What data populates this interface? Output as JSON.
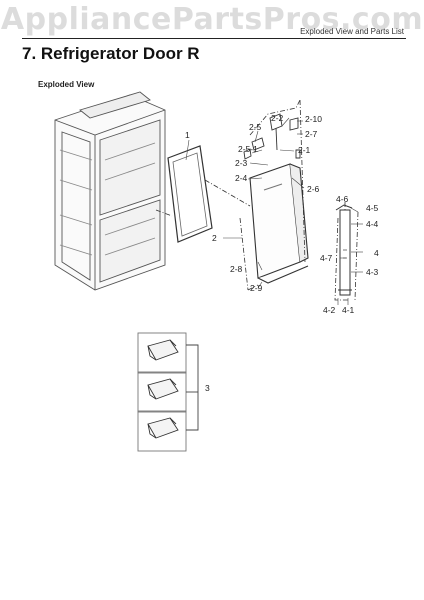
{
  "watermark": "AppliancePartsPros.com",
  "header": {
    "note": "Exploded View and Parts List",
    "section_title": "7.  Refrigerator Door R"
  },
  "diagram": {
    "view_label": "Exploded View",
    "callouts": {
      "c1": "1",
      "c2": "2",
      "c2_1": "2-1",
      "c2_2": "2-2",
      "c2_3": "2-3",
      "c2_4": "2-4",
      "c2_5": "2-5",
      "c2_5_1": "2-5-1",
      "c2_6": "2-6",
      "c2_7": "2-7",
      "c2_8": "2-8",
      "c2_9": "2-9",
      "c2_10": "2-10",
      "c3": "3",
      "c4": "4",
      "c4_1": "4-1",
      "c4_2": "4-2",
      "c4_3": "4-3",
      "c4_4": "4-4",
      "c4_5": "4-5",
      "c4_6": "4-6",
      "c4_7": "4-7"
    }
  }
}
